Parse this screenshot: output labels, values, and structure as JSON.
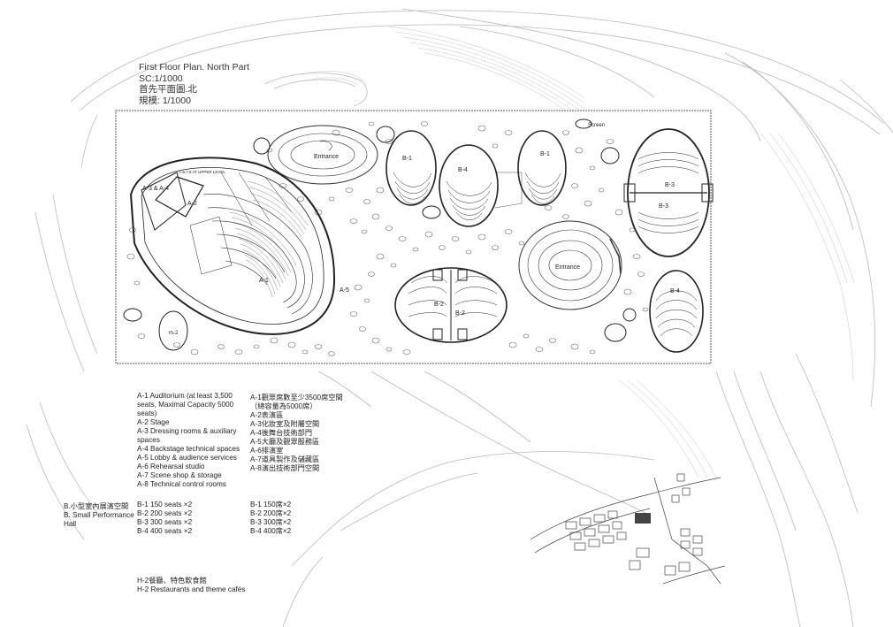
{
  "title": {
    "line1": "First Floor Plan. North Part",
    "line2": "SC:1/1000",
    "line3": "首先平面圖.北",
    "line4": "規模: 1/1000"
  },
  "labels": {
    "entrance_left": "Entrance",
    "entrance_right": "Entrance",
    "screen": "Screen",
    "a1": "A-1",
    "a2": "A-2",
    "a34": "A-3 & A-4",
    "a5": "A-5",
    "a67": "A-6,7,8 AT UPPER LEVEL",
    "m2": "m-2",
    "b1_left": "B-1",
    "b1_right": "B-1",
    "b2_left": "B-2",
    "b2_right": "B-2",
    "b3_top": "B-3",
    "b3_bottom": "B-3",
    "b4_top": "B-4",
    "b4_bottom": "B-4"
  },
  "legend_a_en": [
    "A-1 Auditorium (at least 3,500 seats, Maximal Capacity 5000 seats)",
    "A-2 Stage",
    "A-3 Dressing rooms & auxiliary spaces",
    "A-4 Backstage technical spaces",
    "A-5 Lobby & audience services",
    "A-6 Rehearsal studio",
    "A-7 Scene shop & storage",
    "A-8 Technical control rooms"
  ],
  "legend_a_zh": [
    "A-1觀眾席數至少3500席空間",
    "（總容量為5000席）",
    "A-2表演區",
    "A-3化妝室及附屬空間",
    "A-4後舞台技術部門",
    "A-5大廳及觀眾服務區",
    "A-6排演室",
    "A-7道具製作及儲藏區",
    "A-8演出技術部門空間"
  ],
  "legend_b_label": [
    "B.小型室內展演空間",
    "B. Small Performance Hall"
  ],
  "legend_b_en": [
    "B-1 150 seats ×2",
    "B-2 200 seats ×2",
    "B-3 300 seats ×2",
    "B-4 400 seats ×2"
  ],
  "legend_b_zh": [
    "B-1 150席×2",
    "B-2 200席×2",
    "B-3 300席×2",
    "B-4 400席×2"
  ],
  "legend_h": [
    "H-2餐廳、特色飲食館",
    "H-2 Restaurants and theme cafés"
  ]
}
